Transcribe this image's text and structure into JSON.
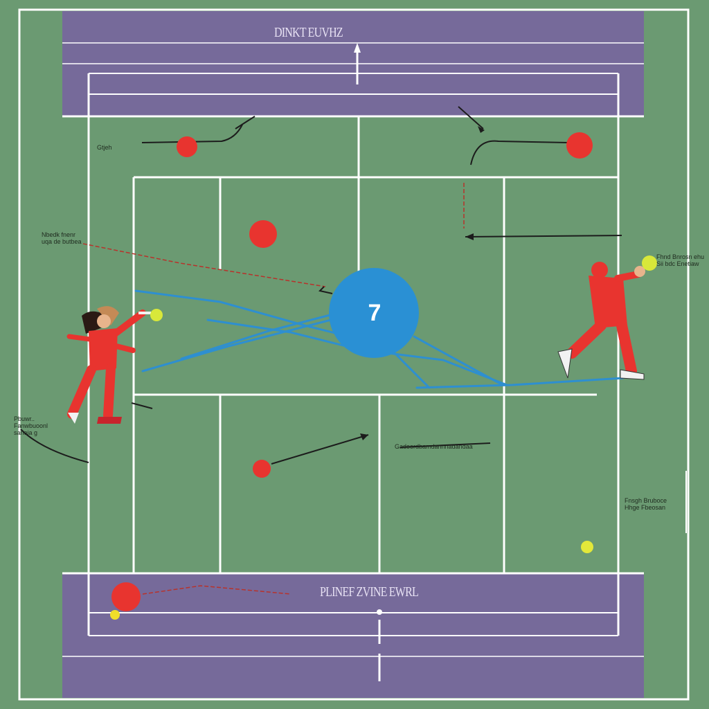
{
  "colors": {
    "court_green": "#6b9a72",
    "zone_purple": "#766a9a",
    "line_white": "#ffffff",
    "player_red": "#e8342f",
    "path_blue": "#2e8fd0",
    "score_circle": "#2a90d4",
    "ball_yellow": "#d8e83a"
  },
  "zones": {
    "top_title": "DINKT EUVHZ",
    "bottom_title": "PLINEF ZVINE EWRL"
  },
  "score": {
    "value": "7"
  },
  "notes": {
    "top_left": "Gtjeh",
    "left_upper": "Nbedk fnenr\nuqa de butbea",
    "left_lower": "Pbuwr..\nFanwbuoonl\nsaneia g",
    "right_upper": "Fhnd Bnrosn ehu\nSii bdc Enetiaw",
    "right_lower": "Fnsgh Bruboce\nHhge Fbeosan",
    "mid_arrow": "Gadoordbamdannnadandaa"
  },
  "icons": {
    "players": [
      "player-left-icon",
      "player-right-icon"
    ],
    "balls": [
      "red-ball-icon",
      "tennis-ball-icon",
      "yellow-ball-icon"
    ]
  }
}
